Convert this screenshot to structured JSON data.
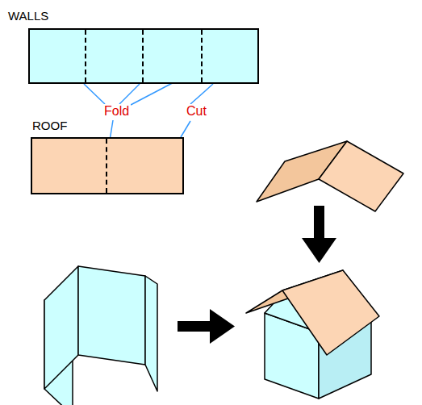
{
  "diagram": {
    "nodes": [
      {
        "text": [
          "WALLS"
        ]
      },
      {
        "text": [
          "ROOF"
        ]
      }
    ],
    "labels": [
      "Fold",
      "Cut"
    ]
  }
}
